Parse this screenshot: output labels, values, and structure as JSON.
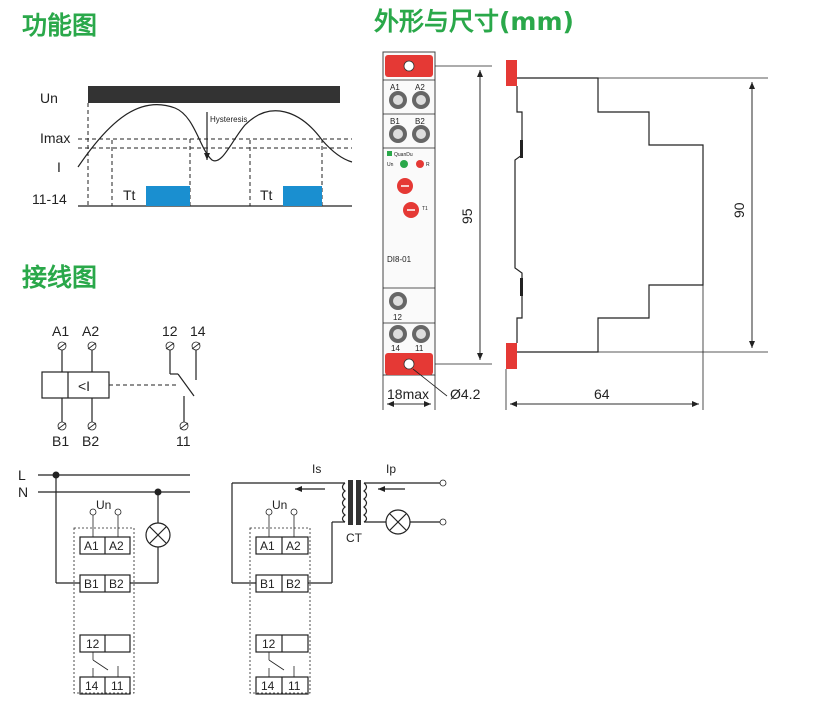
{
  "headers": {
    "function_diagram": "功能图",
    "wiring_diagram": "接线图",
    "dimensions": "外形与尺寸(mm)"
  },
  "function": {
    "un": "Un",
    "imax": "Imax",
    "i": "I",
    "contact": "11-14",
    "hysteresis": "Hysteresis",
    "tt1": "Tt",
    "tt2": "Tt"
  },
  "wiring": {
    "a1": "A1",
    "a2": "A2",
    "b1": "B1",
    "b2": "B2",
    "t12": "12",
    "t14": "14",
    "t11": "11",
    "relay_symbol": "<I",
    "l": "L",
    "n": "N",
    "un": "Un",
    "is": "Is",
    "ip": "Ip",
    "ct": "CT"
  },
  "device": {
    "a1": "A1",
    "a2": "A2",
    "b1": "B1",
    "b2": "B2",
    "brand": "QuanDu",
    "un": "Un",
    "r": "R",
    "t1": "T1",
    "model": "DI8-01",
    "t12": "12",
    "t14": "14",
    "t11": "11"
  },
  "dims": {
    "height_front": "95",
    "width": "18max",
    "hole": "Ø4.2",
    "height_side": "90",
    "depth": "64"
  },
  "colors": {
    "header_green": "#2aa84a",
    "blue": "#1a8fd0",
    "red": "#e53935",
    "dark": "#333333"
  }
}
